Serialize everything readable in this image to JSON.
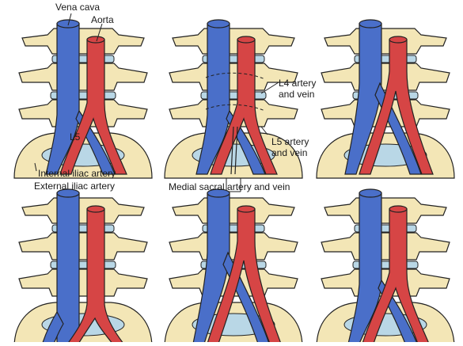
{
  "colors": {
    "vein": "#4a6fc9",
    "artery": "#d64545",
    "bone": "#f3e6b6",
    "disc": "#b9d7e6",
    "outline": "#222222"
  },
  "labels": {
    "vena_cava": "Vena cava",
    "aorta": "Aorta",
    "l5": "L5",
    "internal_iliac": "Internal iliac artery",
    "external_iliac": "External iliac artery",
    "l4_vessels": "L4 artery\nand vein",
    "l5_vessels": "L5 artery\nand vein",
    "medial_sacral": "Medial sacral artery and vein"
  },
  "panels": [
    {
      "id": "p1",
      "variant": "normal-bifurcation"
    },
    {
      "id": "p2",
      "variant": "segmental-branches"
    },
    {
      "id": "p3",
      "variant": "high-bifurcation"
    },
    {
      "id": "p4",
      "variant": "low-bifurcation"
    },
    {
      "id": "p5",
      "variant": "crossed-vessels"
    },
    {
      "id": "p6",
      "variant": "crossed-high"
    }
  ]
}
